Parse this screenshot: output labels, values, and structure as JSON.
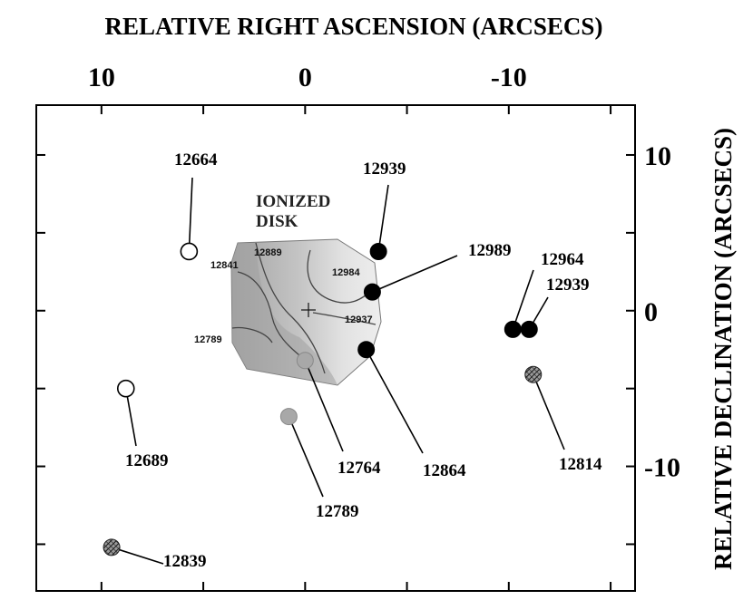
{
  "chart_data": {
    "type": "scatter",
    "title": "",
    "xlabel": "RELATIVE RIGHT ASCENSION (ARCSECS)",
    "ylabel": "RELATIVE DECLINATION (ARCSECS)",
    "xlim": [
      13.2,
      -16.2
    ],
    "ylim": [
      -18.0,
      13.2
    ],
    "x_axis_reversed": true,
    "x_ticks": [
      10,
      0,
      -10
    ],
    "x_tick_labels": [
      "10",
      "0",
      "-10"
    ],
    "y_ticks": [
      10,
      0,
      -10
    ],
    "y_tick_labels": [
      "10",
      "0",
      "-10"
    ],
    "grid": false,
    "legend": "none",
    "colors": {
      "filled": "#000000",
      "open": "#ffffff",
      "gray": "#a8a8a8",
      "hatched": "#555555",
      "disk_light": "#e4e4e4",
      "disk_dark": "#a9a9a9"
    },
    "region": {
      "label_line1": "IONIZED",
      "label_line2": "DISK",
      "center": [
        0,
        0
      ],
      "contour_labels": [
        "12889",
        "12841",
        "12984",
        "12937",
        "12789"
      ]
    },
    "points": [
      {
        "x": 5.7,
        "y": 3.8,
        "style": "open",
        "label": "12664"
      },
      {
        "x": -3.6,
        "y": 3.8,
        "style": "filled",
        "label": "12939"
      },
      {
        "x": -3.3,
        "y": 1.2,
        "style": "filled",
        "label": "12989"
      },
      {
        "x": -10.2,
        "y": -1.2,
        "style": "filled",
        "label": "12964"
      },
      {
        "x": -11.0,
        "y": -1.2,
        "style": "filled",
        "label": "12939"
      },
      {
        "x": -3.0,
        "y": -2.5,
        "style": "filled",
        "label": "12864"
      },
      {
        "x": 0.0,
        "y": -3.2,
        "style": "gray",
        "label": "12764"
      },
      {
        "x": 0.8,
        "y": -6.8,
        "style": "gray",
        "label": "12789"
      },
      {
        "x": 8.8,
        "y": -5.0,
        "style": "open",
        "label": "12689"
      },
      {
        "x": -11.2,
        "y": -4.1,
        "style": "hatched",
        "label": "12814"
      },
      {
        "x": 9.5,
        "y": -15.2,
        "style": "hatched",
        "label": "12839"
      }
    ]
  }
}
